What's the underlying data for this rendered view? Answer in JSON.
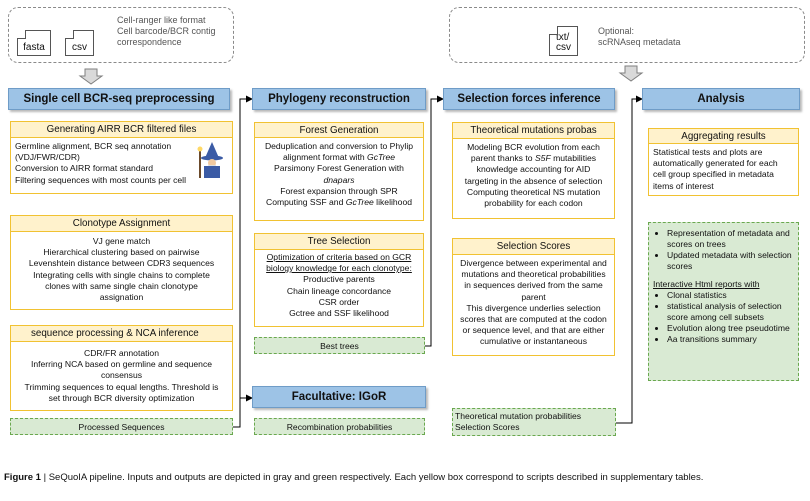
{
  "inputs": {
    "file1": "fasta",
    "file2": "csv",
    "description": [
      "Cell-ranger like format",
      "Cell barcode/BCR contig",
      "correspondence"
    ],
    "optional_file": "txt/\ncsv",
    "optional_label": "Optional:",
    "optional_text": "scRNAseq metadata"
  },
  "col1": {
    "header": "Single cell BCR-seq preprocessing",
    "box1_title": "Generating AIRR BCR filtered  files",
    "box1_lines": [
      "Germline alignment, BCR seq annotation",
      "(VDJ/FWR/CDR)",
      "Conversion to AIRR format standard",
      "Filtering sequences with most counts per cell"
    ],
    "box2_title": "Clonotype Assignment",
    "box2_lines": [
      "VJ gene match",
      "Hierarchical clustering based on pairwise",
      "Levenshtein distance between CDR3 sequences",
      "Integrating cells with single chains to complete",
      "clones with same single chain clonotype",
      "assignation"
    ],
    "box3_title": "sequence processing  & NCA inference",
    "box3_lines": [
      "CDR/FR annotation",
      "Inferring NCA based on germline and sequence",
      "consensus",
      "Trimming sequences to equal lengths. Threshold is",
      "set through BCR diversity optimization"
    ],
    "output": "Processed Sequences"
  },
  "col2": {
    "header": "Phylogeny reconstruction",
    "box1_title": "Forest Generation",
    "box1_l1": "Deduplication and conversion to Phylip",
    "box1_l2": "alignment format with ",
    "box1_l2i": "GcTree",
    "box1_l3": "Parsimony Forest Generation with",
    "box1_l4i": "dnapars",
    "box1_l5": "Forest expansion through SPR",
    "box1_l6": "Computing SSF and ",
    "box1_l6i": "GcTree",
    "box1_l6b": " likelihood",
    "box2_title": "Tree Selection",
    "box2_u1": "Optimization of criteria based on GCR",
    "box2_u2": "biology knowledge for each clonotype:",
    "box2_lines": [
      "Productive parents",
      "Chain lineage concordance",
      "CSR order",
      "Gctree and SSF likelihood"
    ],
    "output": "Best  trees",
    "facultative": "Facultative: IGoR",
    "facultative_output": "Recombination probabilities"
  },
  "col3": {
    "header": "Selection forces inference",
    "box1_title": "Theoretical mutations probas",
    "box1_l1": "Modeling BCR evolution from each",
    "box1_l2": "parent thanks to ",
    "box1_l2i": "S5F",
    "box1_l2b": " mutabilities",
    "box1_l3": "knowledge accounting for AID",
    "box1_l4": "targeting in the absence of selection",
    "box1_l5": "Computing theoretical NS mutation",
    "box1_l6": "probability for each codon",
    "box2_title": "Selection Scores",
    "box2_lines": [
      "Divergence between experimental and",
      "mutations and theoretical probabilities",
      "in sequences derived from the same",
      "parent",
      "This divergence underlies selection",
      "scores that are computed at the codon",
      "or sequence level, and that are either",
      "cumulative or instantaneous"
    ],
    "output_lines": [
      "Theoretical mutation probabilities",
      "Selection Scores"
    ]
  },
  "col4": {
    "header": "Analysis",
    "box1_title": "Aggregating results",
    "box1_lines": [
      "Statistical tests and plots are",
      "automatically generated for each",
      "cell group specified in metadata",
      "items of interest"
    ],
    "out_items1": [
      "Representation of metadata and scores on trees",
      "Updated metadata with selection scores"
    ],
    "out_sub": "Interactive Html reports with",
    "out_items2": [
      "Clonal statistics",
      "statistical analysis of selection score among cell subsets",
      "Evolution along tree pseudotime",
      "Aa transitions summary"
    ]
  },
  "caption": {
    "bold": "Figure 1",
    "text": " | SeQuoIA pipeline. Inputs and outputs are depicted in gray and green respectively. Each yellow box correspond to scripts described in supplementary tables."
  },
  "colors": {
    "header_blue": "#9dc3e6",
    "yellow_border": "#f1c232",
    "yellow_fill": "#fff2cc",
    "green_fill": "#d9ead3",
    "green_border": "#6aa84f"
  },
  "icons": [
    "file-icon",
    "wizard-icon",
    "down-arrow-icon"
  ]
}
